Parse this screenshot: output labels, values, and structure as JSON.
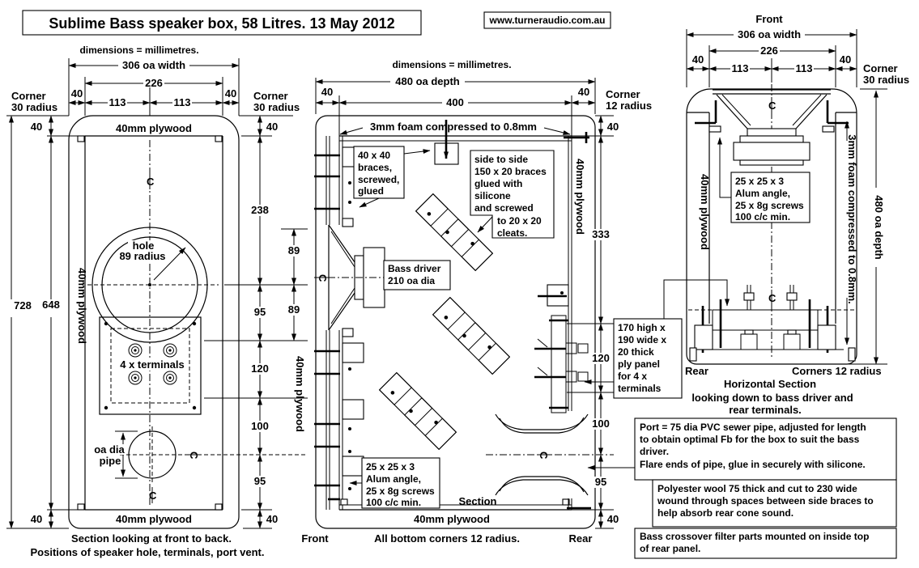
{
  "title": "Sublime Bass speaker box, 58 Litres. 13 May 2012",
  "url": "www.turneraudio.com.au",
  "dims": {
    "d40": "40",
    "d113": "113",
    "d226": "226",
    "d306": "306 oa width",
    "d480": "480 oa depth",
    "d400": "400",
    "d238": "238",
    "d89": "89",
    "d95": "95",
    "d120": "120",
    "d100": "100",
    "d333": "333",
    "d728": "728",
    "d648": "648"
  },
  "labels": {
    "mm_note": "dimensions = millimetres.",
    "corner": "Corner",
    "r30": "30 radius",
    "r12": "12 radius",
    "corners12": "Corners 12 radius",
    "plywood": "40mm plywood",
    "foam_h": "3mm foam compressed to 0.8mm",
    "foam_v": "3mm foam compressed to 0.8mm.",
    "hole1": "hole",
    "hole2": "89 radius",
    "terminals": "4 x terminals",
    "oadia1": "oa dia",
    "oadia2": "pipe",
    "front": "Front",
    "rear": "Rear",
    "section": "Section"
  },
  "boxes": {
    "braces4040": [
      "40 x 40",
      "braces,",
      "screwed,",
      "glued"
    ],
    "side_braces": [
      "side to side",
      "150 x 20 braces",
      "glued with",
      "silicone",
      "and screwed",
      "to 20 x 20",
      "cleats."
    ],
    "bass_driver": [
      "Bass driver",
      "210 oa dia"
    ],
    "alum": [
      "25 x 25 x 3",
      "Alum angle,",
      "25 x 8g screws",
      "100 c/c min."
    ],
    "ply_panel": [
      "170 high x",
      "190 wide x",
      "20 thick",
      "ply panel",
      "for 4 x",
      "terminals"
    ],
    "port_note": [
      "Port = 75 dia PVC sewer pipe, adjusted for length",
      "to obtain optimal Fb for the box to suit the bass",
      "driver.",
      "Flare ends of pipe, glue in securely with silicone."
    ],
    "wool_note": [
      "Polyester wool 75 thick and cut to 230 wide",
      "wound through spaces between side braces to",
      "help absorb rear cone sound."
    ],
    "crossover_note": [
      "Bass crossover filter parts mounted on inside top",
      "of rear panel."
    ]
  },
  "captions": {
    "left1": "Section looking at front to back.",
    "left2": "Positions of speaker hole, terminals, port vent.",
    "mid_bottom": "All bottom corners 12 radius.",
    "hs1": "Horizontal Section",
    "hs2": "looking down to bass driver and",
    "hs3": "rear terminals."
  }
}
